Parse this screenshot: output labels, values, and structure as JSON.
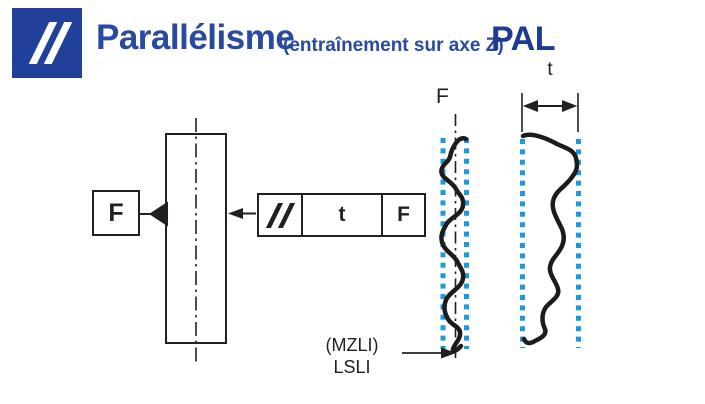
{
  "header": {
    "logo_glyph": "//",
    "title": "Parallélisme",
    "subtitle": "(entraînement sur axe Z)",
    "code": "PAL"
  },
  "frame": {
    "symbol": "//",
    "tolerance": "t",
    "datum": "F"
  },
  "left_view": {
    "datum_label": "F"
  },
  "right_view": {
    "axis_label": "F",
    "width_label": "t",
    "note_line1": "(MZLI)",
    "note_line2": "LSLI"
  },
  "colors": {
    "accent_blue": "#21409a",
    "title_blue": "#2a49a0",
    "code_blue": "#1e3b92",
    "tolerance_zone_cyan": "#1d9bd8",
    "line_black": "#231f20"
  }
}
